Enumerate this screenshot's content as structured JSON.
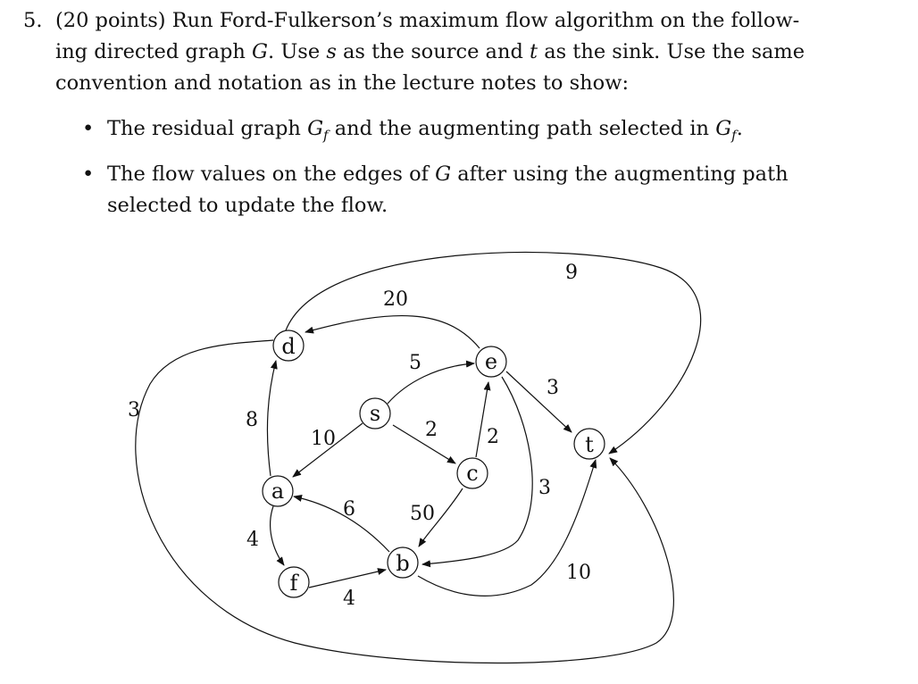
{
  "problem": {
    "number": "5.",
    "line1": "(20 points) Run Ford-Fulkerson’s maximum flow algorithm on the follow-",
    "line2_a": "ing directed graph ",
    "line2_G": "G",
    "line2_b": ". Use ",
    "line2_s": "s",
    "line2_c": " as the source and ",
    "line2_t": "t",
    "line2_d": " as the sink. Use the same",
    "line3": "convention and notation as in the lecture notes to show:"
  },
  "bullets": {
    "b1_a": "The residual graph ",
    "b1_G": "G",
    "b1_sub": "f",
    "b1_b": " and the augmenting path selected in ",
    "b1_G2": "G",
    "b1_sub2": "f",
    "b1_c": ".",
    "b2_line1_a": "The flow values on the edges of ",
    "b2_G": "G",
    "b2_line1_b": " after using the augmenting path",
    "b2_line2": "selected to update the flow.",
    "dot": "•"
  },
  "graph": {
    "nodes": {
      "s": "s",
      "a": "a",
      "b": "b",
      "c": "c",
      "d": "d",
      "e": "e",
      "f": "f",
      "t": "t"
    },
    "capacities": {
      "s_e": "5",
      "s_a": "10",
      "s_c": "2",
      "a_d": "8",
      "a_f": "4",
      "f_b": "4",
      "b_a": "6",
      "c_b": "50",
      "c_e": "2",
      "e_d": "20",
      "e_t": "3",
      "e_b": "3",
      "d_t": "9",
      "d_t_around": "3",
      "b_t": "10"
    }
  }
}
